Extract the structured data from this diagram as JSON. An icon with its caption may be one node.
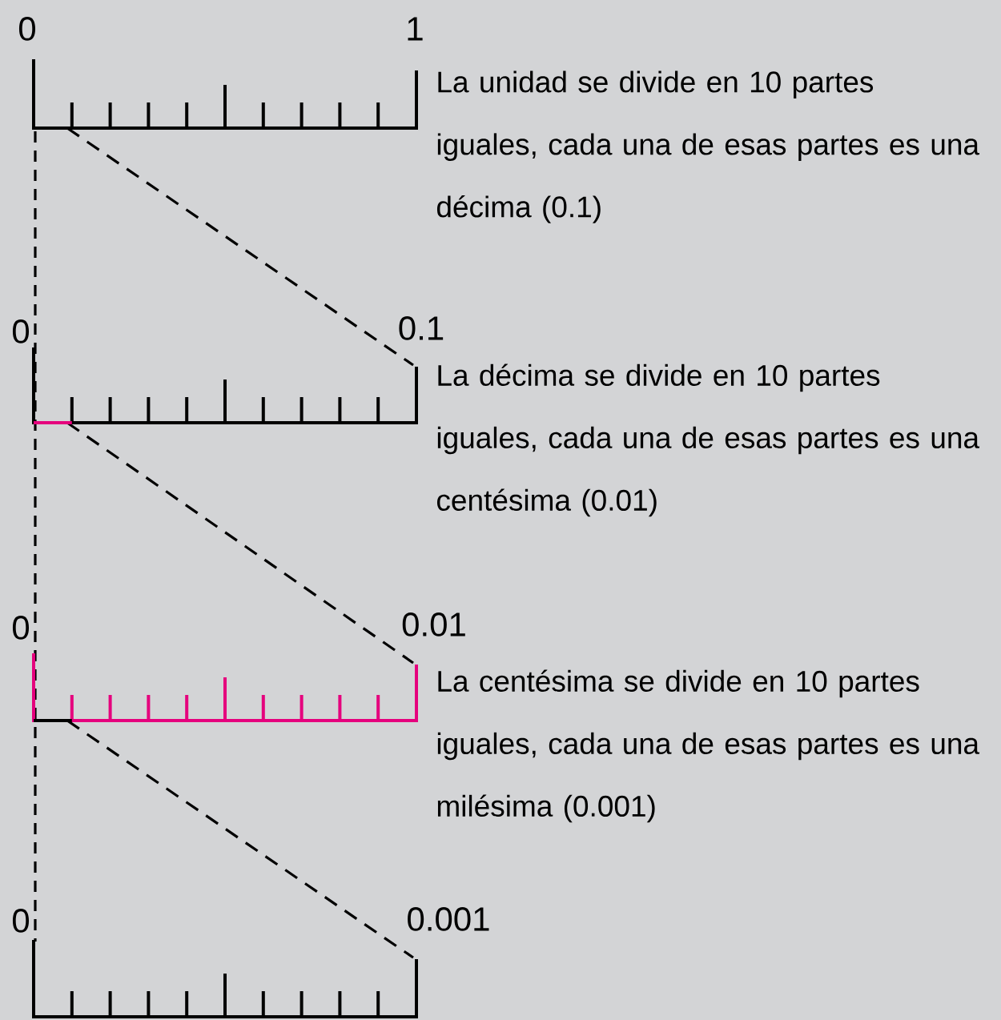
{
  "diagram": {
    "labels": [
      "0",
      "1",
      "La unidad se divide en 10 partes iguales, cada una de esas partes es una décima (0.1)",
      "0",
      "0.1",
      "La décima se divide en 10 partes iguales, cada una de esas partes es una centésima (0.01)",
      "0",
      "0.01",
      "La centésima se divide en 10 partes iguales, cada una de esas partes es una milésima (0.001)",
      "0",
      "0.001"
    ]
  }
}
